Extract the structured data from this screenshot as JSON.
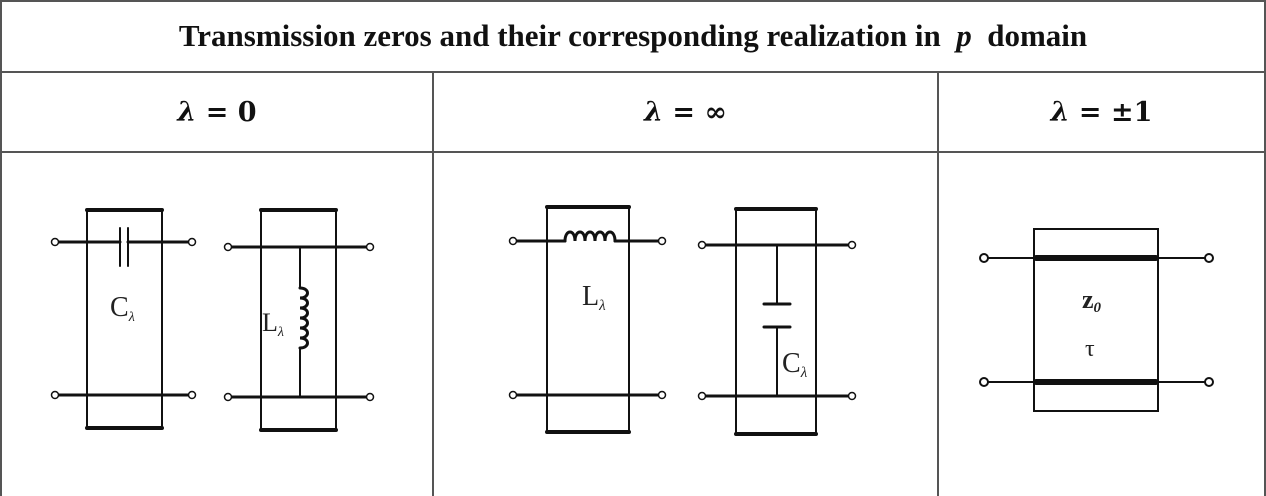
{
  "table": {
    "title_prefix": "Transmission zeros and their corresponding realization in ",
    "title_var": "p",
    "title_suffix": " domain",
    "columns": [
      {
        "symbol": "λ",
        "rel": " = ",
        "value": "0"
      },
      {
        "symbol": "λ",
        "rel": " = ",
        "value": "∞"
      },
      {
        "symbol": "λ",
        "rel": " = ",
        "value": "±1"
      }
    ]
  },
  "circuits": {
    "series_capacitor_label": "C",
    "series_capacitor_sub": "λ",
    "shunt_inductor_label": "L",
    "shunt_inductor_sub": "λ",
    "series_inductor_label": "L",
    "series_inductor_sub": "λ",
    "shunt_capacitor_label": "C",
    "shunt_capacitor_sub": "λ",
    "line_impedance_label": "z",
    "line_impedance_sub": "0",
    "line_delay_label": "τ"
  }
}
